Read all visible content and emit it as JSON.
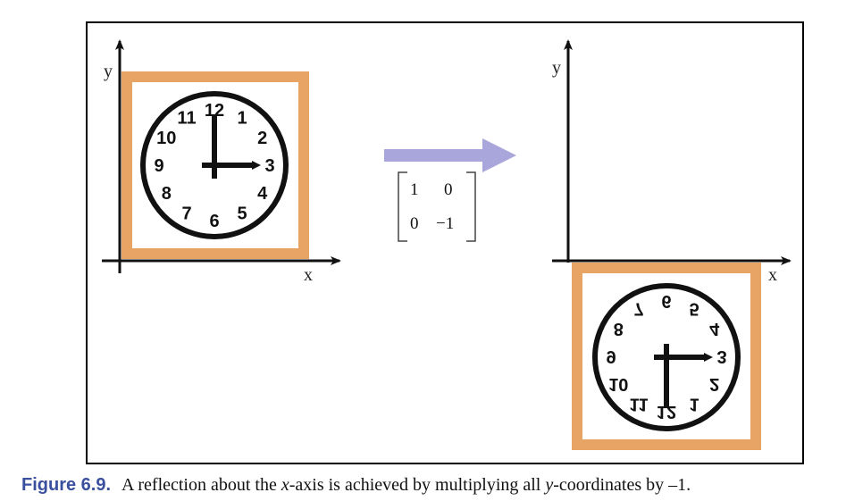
{
  "caption": {
    "label": "Figure 6.9.",
    "text_parts": [
      "A reflection about the ",
      "x",
      "-axis is achieved by multiplying all ",
      "y",
      "-coordinates by –1."
    ]
  },
  "axes": {
    "x_label": "x",
    "y_label": "y"
  },
  "matrix": {
    "a": "1",
    "b": "0",
    "c": "0",
    "d": "−1"
  },
  "clock_numbers": [
    "12",
    "1",
    "2",
    "3",
    "4",
    "5",
    "6",
    "7",
    "8",
    "9",
    "10",
    "11"
  ],
  "colors": {
    "frame_orange": "#e8a464",
    "arrow_lavender": "#a9a6dc",
    "ink": "#111111",
    "caption_label": "#3a4f9e"
  }
}
